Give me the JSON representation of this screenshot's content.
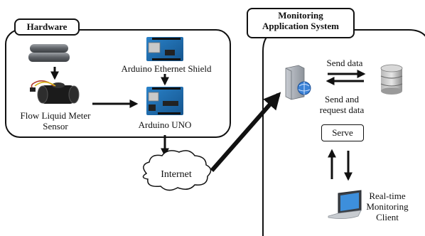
{
  "hardware": {
    "title": "Hardware",
    "components": {
      "ethernet_shield": "Arduino Ethernet Shield",
      "flow_sensor_line1": "Flow Liquid Meter",
      "flow_sensor_line2": "Sensor",
      "arduino_uno": "Arduino UNO"
    }
  },
  "network": {
    "label": "Internet"
  },
  "monitoring": {
    "title_line1": "Monitoring",
    "title_line2": "Application System",
    "send_data": "Send data",
    "send_and_line1": "Send and",
    "send_and_line2": "request data",
    "serve": "Serve",
    "client_line1": "Real-time",
    "client_line2": "Monitoring",
    "client_line3": "Client"
  },
  "colors": {
    "line": "#111111",
    "board_blue": "#1f6fb5",
    "pipe_gray": "#6e7277",
    "sensor_black": "#1b1b1b",
    "db_gray": "#9a9a9a"
  }
}
